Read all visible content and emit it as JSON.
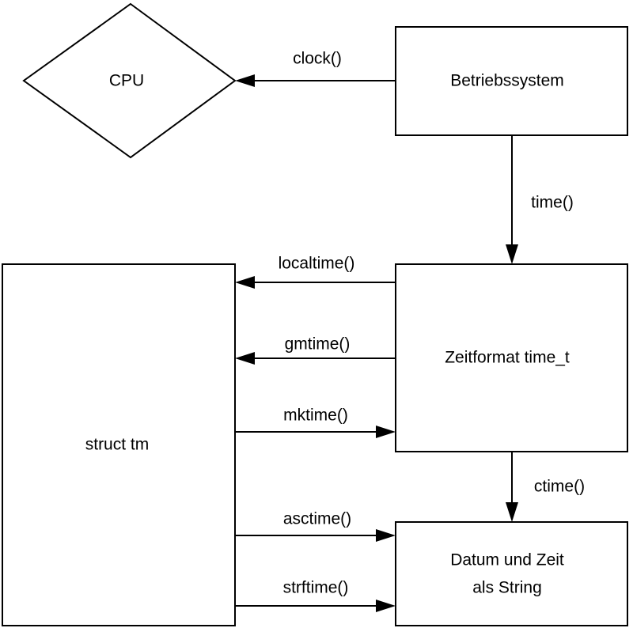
{
  "nodes": {
    "cpu": {
      "label": "CPU"
    },
    "os": {
      "label": "Betriebssystem"
    },
    "time_t": {
      "label": "Zeitformat time_t"
    },
    "struct_tm": {
      "label": "struct tm"
    },
    "string": {
      "line1": "Datum und Zeit",
      "line2": "als String"
    }
  },
  "edges": {
    "clock": "clock()",
    "time": "time()",
    "localtime": "localtime()",
    "gmtime": "gmtime()",
    "mktime": "mktime()",
    "ctime": "ctime()",
    "asctime": "asctime()",
    "strftime": "strftime()"
  }
}
